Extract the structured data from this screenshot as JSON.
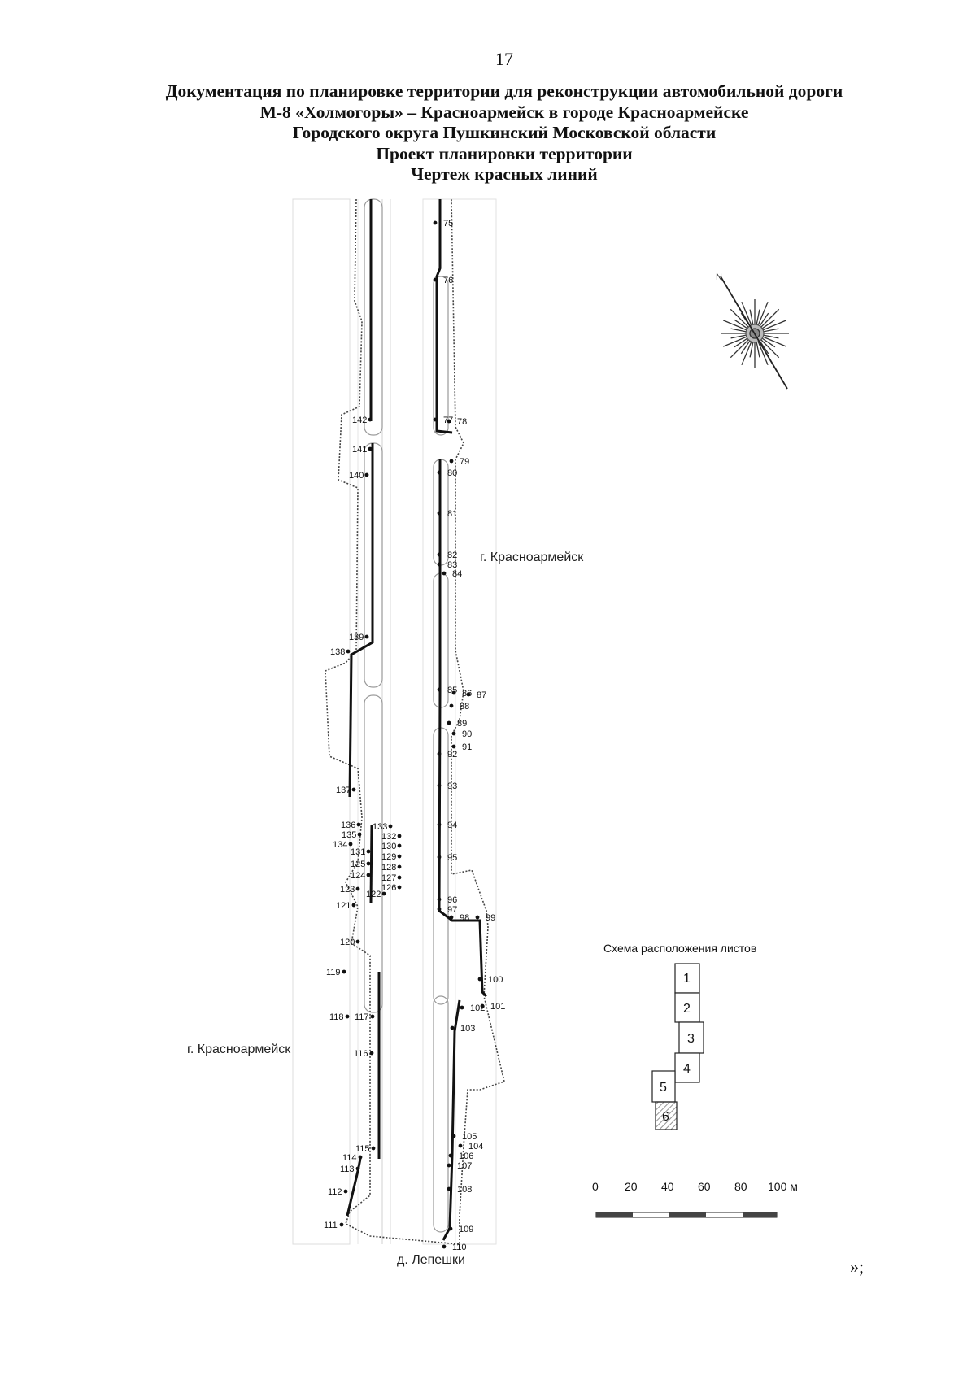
{
  "page_number": "17",
  "title": {
    "line1": "Документация по планировке территории для реконструкции автомобильной дороги",
    "line2": "М-8 «Холмогоры» – Красноармейск в городе Красноармейске",
    "line3": "Городского округа Пушкинский Московской области",
    "line4": "Проект планировки территории",
    "line5": "Чертеж красных линий"
  },
  "place_labels": {
    "city_right": "г. Красноармейск",
    "city_left": "г. Красноармейск",
    "village": "д. Лепешки"
  },
  "point_labels": [
    "75",
    "76",
    "77",
    "78",
    "79",
    "80",
    "81",
    "82",
    "83",
    "84",
    "85",
    "86",
    "87",
    "88",
    "89",
    "90",
    "91",
    "92",
    "93",
    "94",
    "95",
    "96",
    "97",
    "98",
    "99",
    "100",
    "101",
    "102",
    "103",
    "104",
    "105",
    "106",
    "107",
    "108",
    "109",
    "110",
    "111",
    "112",
    "113",
    "114",
    "115",
    "116",
    "117",
    "118",
    "119",
    "120",
    "121",
    "122",
    "123",
    "124",
    "125",
    "126",
    "127",
    "128",
    "129",
    "130",
    "131",
    "132",
    "133",
    "134",
    "135",
    "136",
    "137",
    "138",
    "139",
    "140",
    "141",
    "142"
  ],
  "sheet_scheme": {
    "title": "Схема расположения листов",
    "sheets": [
      "1",
      "2",
      "3",
      "4",
      "5",
      "6"
    ],
    "current_sheet": "6"
  },
  "scale_bar": {
    "ticks": [
      "0",
      "20",
      "40",
      "60",
      "80",
      "100 м"
    ]
  },
  "compass": {
    "icon": "compass-rose-icon"
  },
  "closing_mark": "»;",
  "colors": {
    "red_line": "#111111",
    "background": "#ffffff",
    "current_sheet_hatch": "#777777"
  }
}
